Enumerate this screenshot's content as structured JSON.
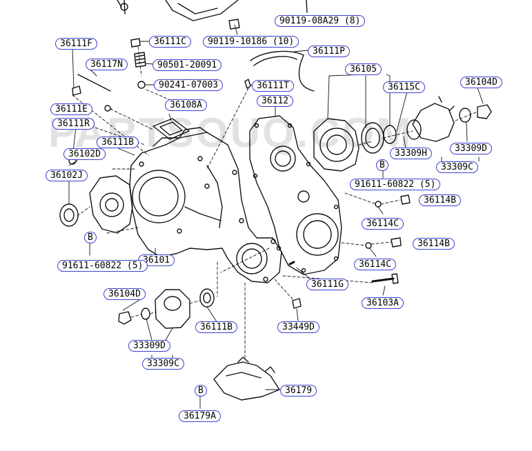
{
  "watermark": "PARTSOUQ.COM",
  "colors": {
    "label_border": "#3a3fd0",
    "line": "#111111"
  },
  "labels": {
    "l_90119_08a29": "90119-08A29 (8)",
    "l_36111c": "36111C",
    "l_90119_10186": "90119-10186 (10)",
    "l_36111f": "36111F",
    "l_36111p": "36111P",
    "l_36117n": "36117N",
    "l_90501_20091": "90501-20091",
    "l_36105": "36105",
    "l_90241_07003": "90241-07003",
    "l_36111t": "36111T",
    "l_36115c": "36115C",
    "l_36104d_r": "36104D",
    "l_36112": "36112",
    "l_36108a": "36108A",
    "l_36111e": "36111E",
    "l_36111r": "36111R",
    "l_36111b_t": "36111B",
    "l_33309h": "33309H",
    "l_33309d_r": "33309D",
    "l_36102d": "36102D",
    "l_33309c_r": "33309C",
    "l_b_91611_r": "B",
    "l_91611_r": "91611-60822 (5)",
    "l_36102j": "36102J",
    "l_36114b_t": "36114B",
    "l_36114c_t": "36114C",
    "l_b_91611_l": "B",
    "l_36114b_b": "36114B",
    "l_36101": "36101",
    "l_91611_l": "91611-60822 (5)",
    "l_36114c_b": "36114C",
    "l_36111g": "36111G",
    "l_36104d_l": "36104D",
    "l_36103a": "36103A",
    "l_33449d": "33449D",
    "l_36111b_b": "36111B",
    "l_33309d_l": "33309D",
    "l_33309c_l": "33309C",
    "l_36179": "36179",
    "l_b_36179a": "B",
    "l_36179a": "36179A"
  }
}
